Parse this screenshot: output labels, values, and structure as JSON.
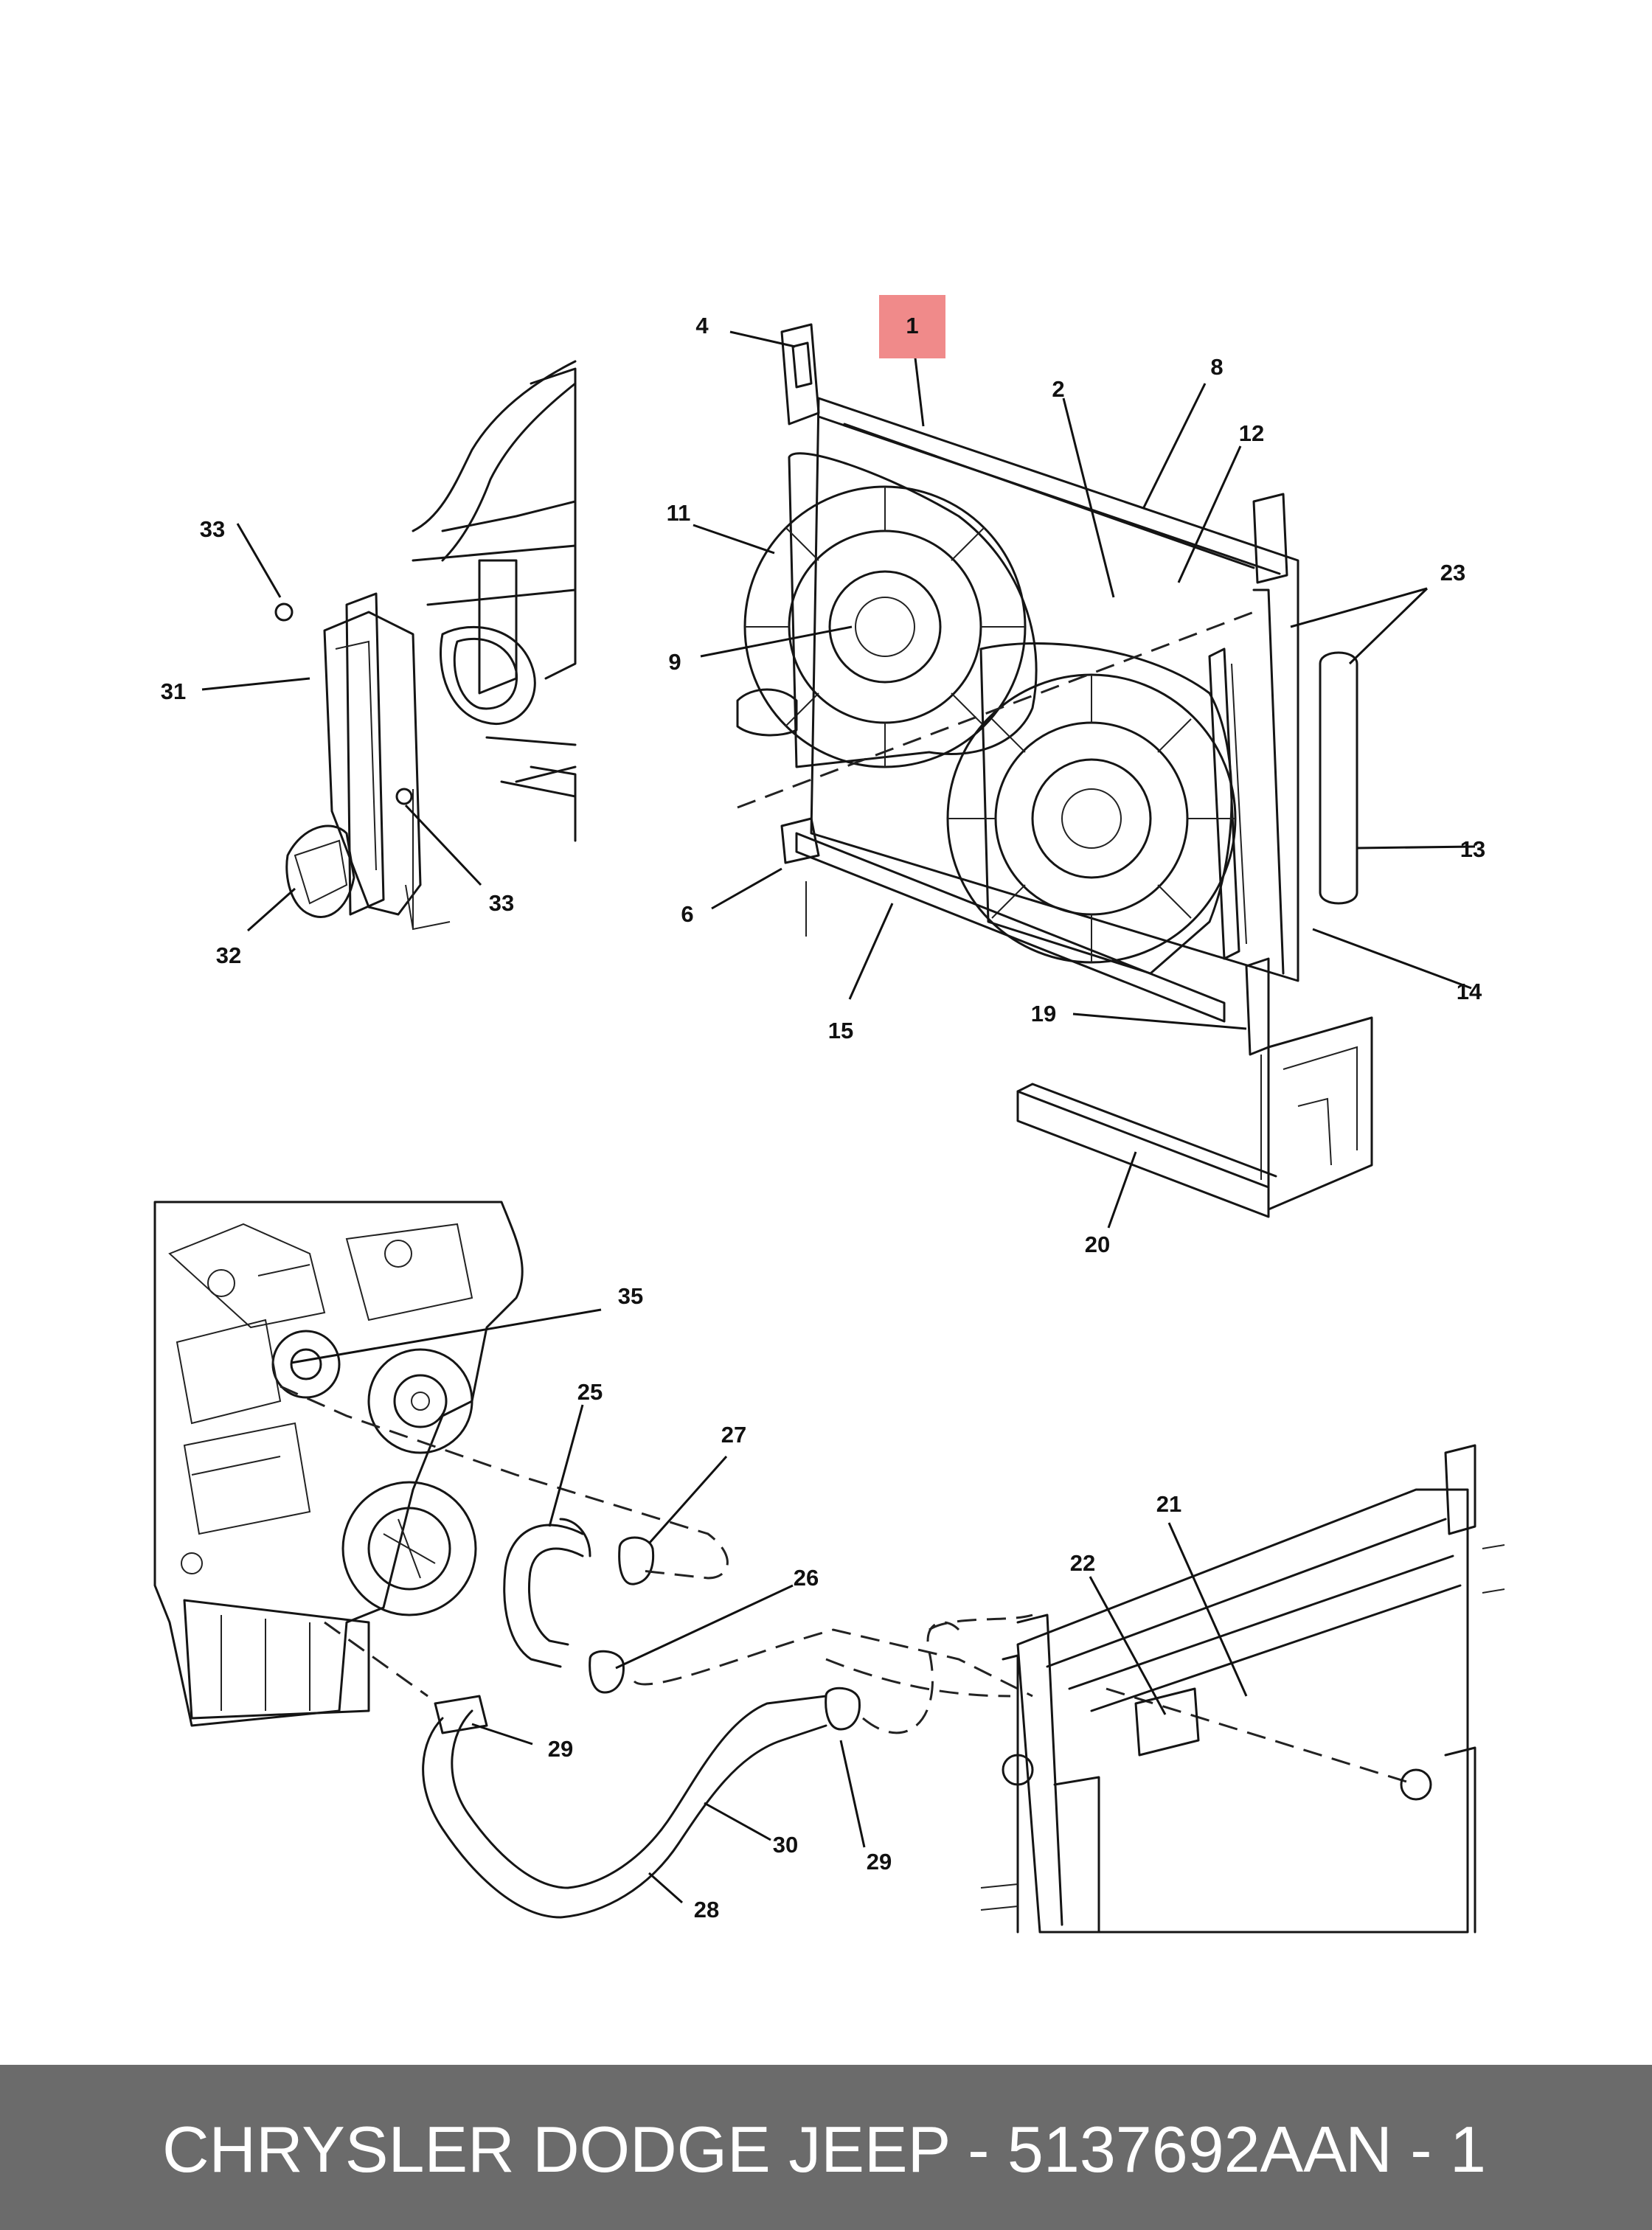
{
  "diagram": {
    "highlighted_callout": "1",
    "highlight_color": "#f08a8a",
    "callouts": [
      {
        "id": "c1",
        "label": "1"
      },
      {
        "id": "c2",
        "label": "2"
      },
      {
        "id": "c4",
        "label": "4"
      },
      {
        "id": "c6",
        "label": "6"
      },
      {
        "id": "c8",
        "label": "8"
      },
      {
        "id": "c9",
        "label": "9"
      },
      {
        "id": "c11",
        "label": "11"
      },
      {
        "id": "c12",
        "label": "12"
      },
      {
        "id": "c13",
        "label": "13"
      },
      {
        "id": "c14",
        "label": "14"
      },
      {
        "id": "c15",
        "label": "15"
      },
      {
        "id": "c19",
        "label": "19"
      },
      {
        "id": "c20",
        "label": "20"
      },
      {
        "id": "c21",
        "label": "21"
      },
      {
        "id": "c22",
        "label": "22"
      },
      {
        "id": "c23",
        "label": "23"
      },
      {
        "id": "c25",
        "label": "25"
      },
      {
        "id": "c26",
        "label": "26"
      },
      {
        "id": "c27",
        "label": "27"
      },
      {
        "id": "c28",
        "label": "28"
      },
      {
        "id": "c29a",
        "label": "29"
      },
      {
        "id": "c29b",
        "label": "29"
      },
      {
        "id": "c30",
        "label": "30"
      },
      {
        "id": "c31",
        "label": "31"
      },
      {
        "id": "c32",
        "label": "32"
      },
      {
        "id": "c33a",
        "label": "33"
      },
      {
        "id": "c33b",
        "label": "33"
      },
      {
        "id": "c35",
        "label": "35"
      }
    ]
  },
  "footer": {
    "part_text": "CHRYSLER DODGE JEEP - 5137692AA",
    "page_tag": "N - 1",
    "background_color": "#6b6b6b"
  }
}
